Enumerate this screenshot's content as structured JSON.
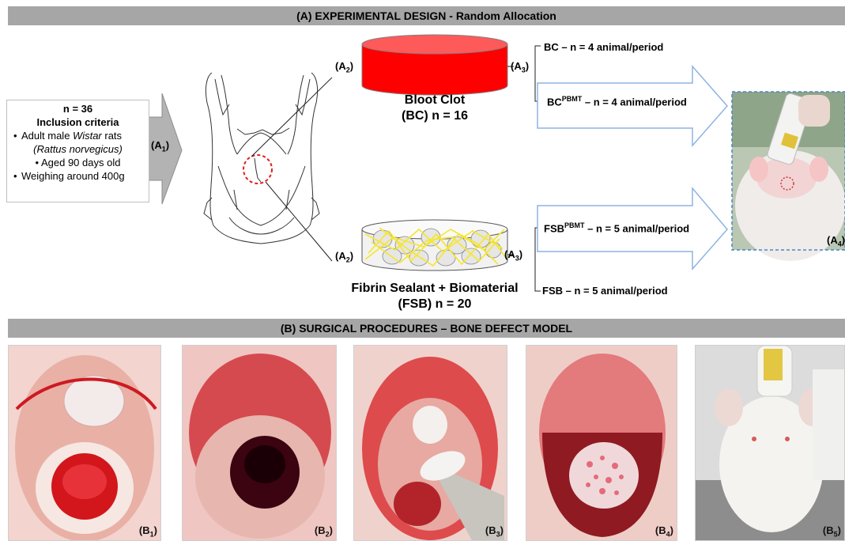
{
  "section_a": {
    "title": "(A) EXPERIMENTAL DESIGN - Random Allocation"
  },
  "section_b": {
    "title": "(B) SURGICAL PROCEDURES – BONE DEFECT MODEL"
  },
  "criteria": {
    "n": "n = 36",
    "heading": "Inclusion criteria",
    "line1_pre": "Adult male ",
    "line1_italic": "Wistar",
    "line1_post": " rats",
    "line2": "(Rattus norvegicus)",
    "line3": "Aged 90 days old",
    "line4": "Weighing around 400g"
  },
  "labels": {
    "a1": "A",
    "a1_sub": "1",
    "a2": "A",
    "a2_sub": "2",
    "a3": "A",
    "a3_sub": "3",
    "a4": "A",
    "a4_sub": "4"
  },
  "bc": {
    "title_line1": "Bloot Clot",
    "title_line2": "(BC) n = 16",
    "line1": "BC – n = 4 animal/period",
    "line2_base": "BC",
    "line2_sup": "PBMT",
    "line2_rest": " – n = 4 animal/period"
  },
  "fsb": {
    "title_line1": "Fibrin Sealant + Biomaterial",
    "title_line2": "(FSB) n = 20",
    "line1_base": "FSB",
    "line1_sup": "PBMT",
    "line1_rest": " – n = 5 animal/period",
    "line2": "FSB – n = 5 animal/period"
  },
  "photos": [
    {
      "label": "B",
      "sub": "1"
    },
    {
      "label": "B",
      "sub": "2"
    },
    {
      "label": "B",
      "sub": "3"
    },
    {
      "label": "B",
      "sub": "4"
    },
    {
      "label": "B",
      "sub": "5"
    }
  ],
  "colors": {
    "bar": "#a6a6a6",
    "cylinder_red": "#ff0000",
    "fiber_yellow": "#f5e62a",
    "arrow_stroke": "#8db3e2",
    "defect_red": "#e02020"
  }
}
